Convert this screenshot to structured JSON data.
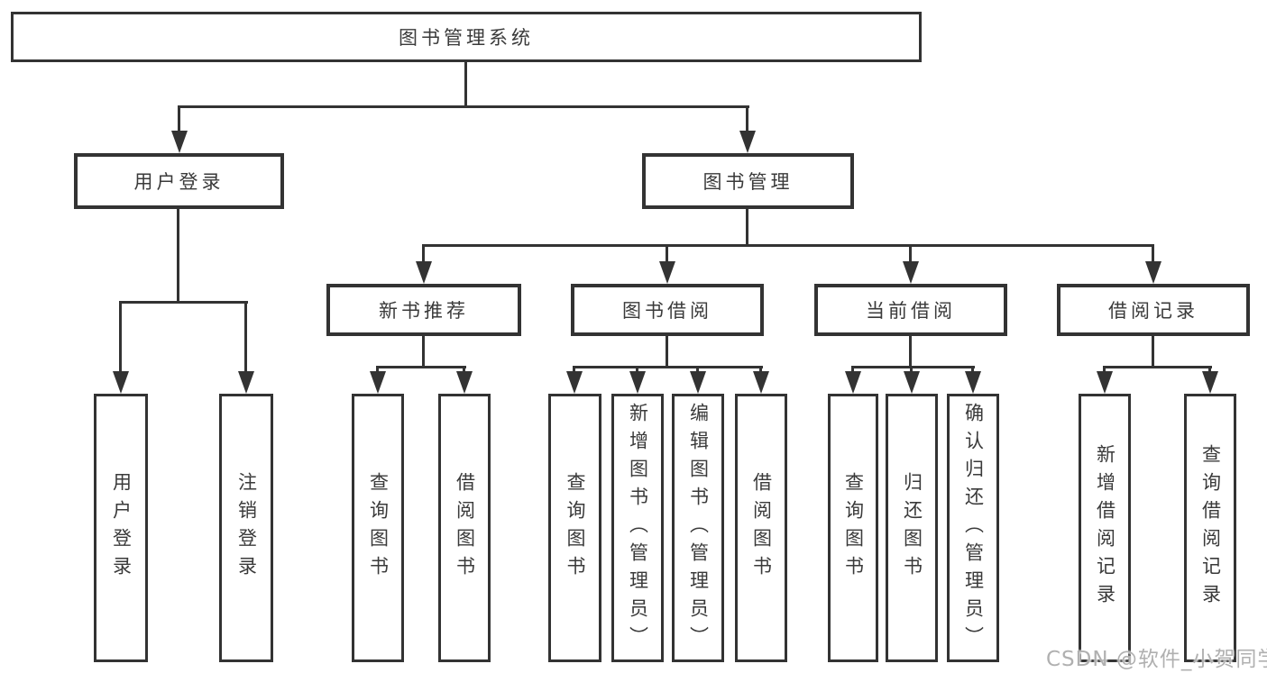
{
  "diagram_title": "图书管理系统",
  "chart_type": "hierarchy-tree",
  "tree": {
    "root": {
      "label": "图书管理系统"
    },
    "children": [
      {
        "label": "用户登录",
        "children": [
          {
            "label": "用户登录"
          },
          {
            "label": "注销登录"
          }
        ]
      },
      {
        "label": "图书管理",
        "children": [
          {
            "label": "新书推荐",
            "children": [
              {
                "label": "查询图书"
              },
              {
                "label": "借阅图书"
              }
            ]
          },
          {
            "label": "图书借阅",
            "children": [
              {
                "label": "查询图书"
              },
              {
                "label": "新增图书（管理员）"
              },
              {
                "label": "编辑图书（管理员）"
              },
              {
                "label": "借阅图书"
              }
            ]
          },
          {
            "label": "当前借阅",
            "children": [
              {
                "label": "查询图书"
              },
              {
                "label": "归还图书"
              },
              {
                "label": "确认归还（管理员）"
              }
            ]
          },
          {
            "label": "借阅记录",
            "children": [
              {
                "label": "新增借阅记录"
              },
              {
                "label": "查询借阅记录"
              }
            ]
          }
        ]
      }
    ]
  },
  "watermark": {
    "text": "CSDN @软件_小贺同学"
  },
  "colors": {
    "line": "#333333",
    "border": "#333333",
    "text": "#3a3a3a",
    "watermark": "#b0b0b0",
    "background": "#ffffff"
  }
}
